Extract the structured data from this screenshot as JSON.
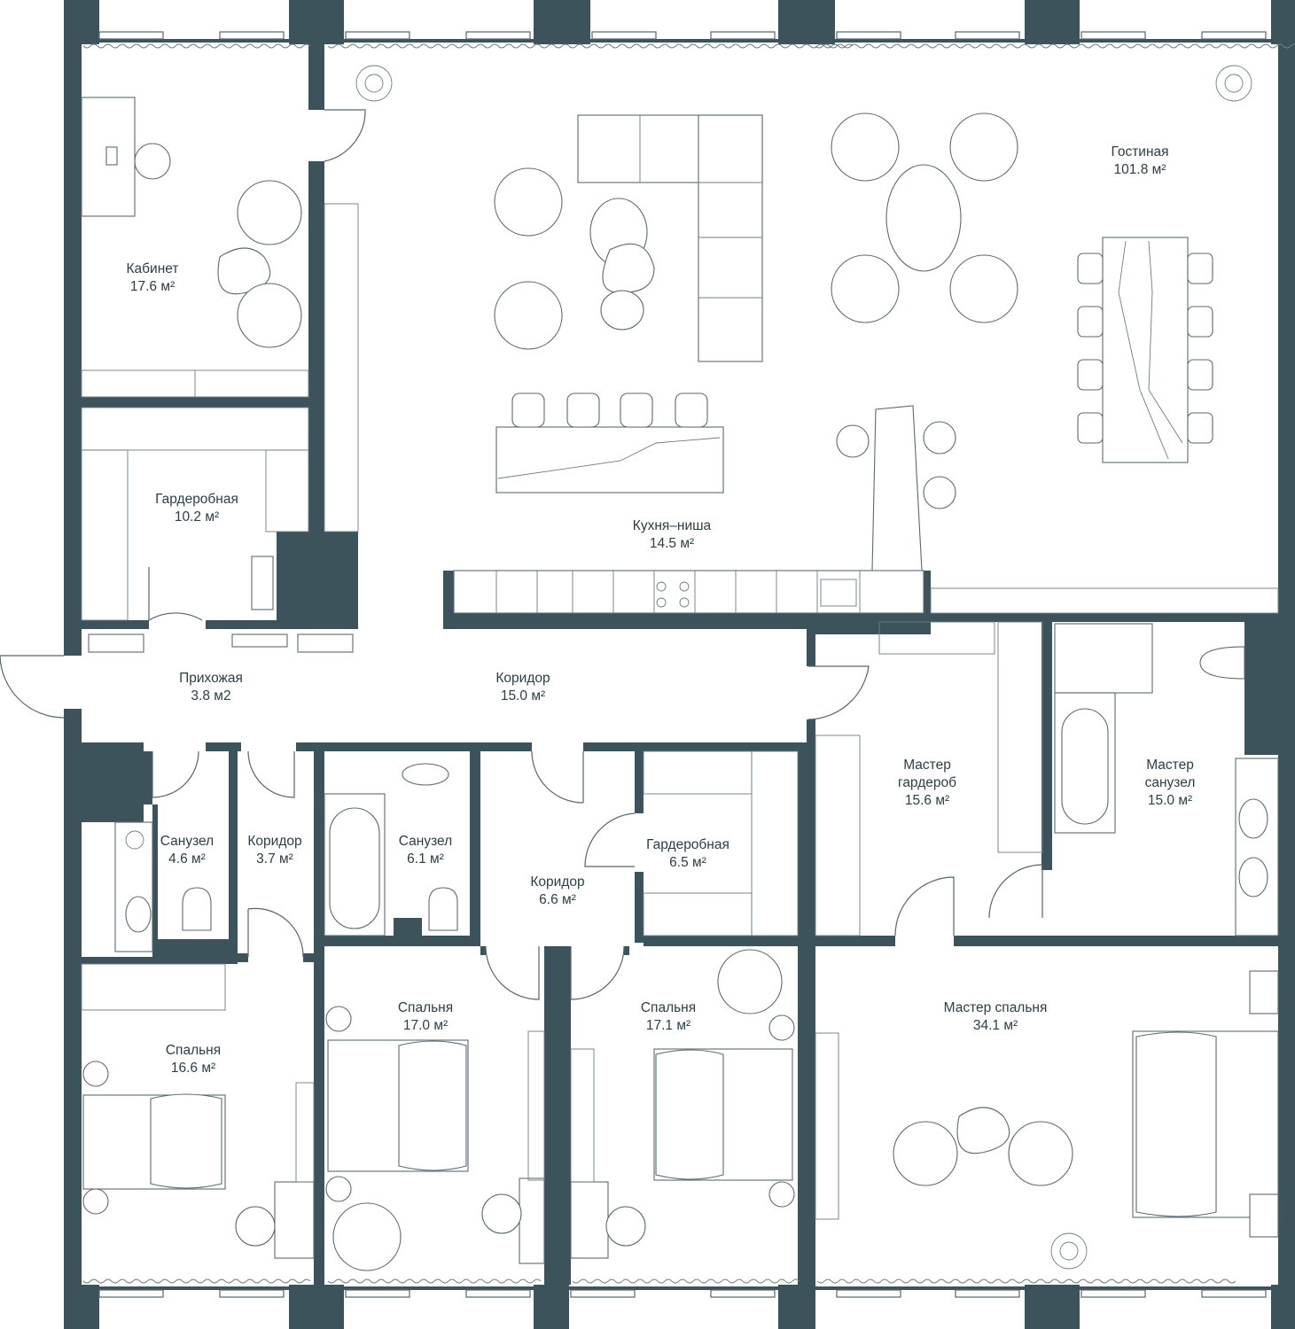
{
  "colors": {
    "wall": "#3d535c",
    "line": "#55666d",
    "text": "#2c3e46",
    "background": "#ffffff"
  },
  "rooms": [
    {
      "name": "Кабинет",
      "area": "17.6 м²"
    },
    {
      "name": "Гостиная",
      "area": "101.8 м²"
    },
    {
      "name": "Гардеробная",
      "area": "10.2 м²"
    },
    {
      "name": "Кухня–ниша",
      "area": "14.5 м²"
    },
    {
      "name": "Прихожая",
      "area": "3.8 м2"
    },
    {
      "name": "Коридор",
      "area": "15.0 м²"
    },
    {
      "name": "Мастер гардероб",
      "area": "15.6 м²"
    },
    {
      "name": "Мастер санузел",
      "area": "15.0 м²"
    },
    {
      "name": "Санузел",
      "area": "4.6 м²"
    },
    {
      "name": "Коридор",
      "area": "3.7 м²"
    },
    {
      "name": "Санузел",
      "area": "6.1 м²"
    },
    {
      "name": "Коридор",
      "area": "6.6 м²"
    },
    {
      "name": "Гардеробная",
      "area": "6.5 м²"
    },
    {
      "name": "Спальня",
      "area": "17.0 м²"
    },
    {
      "name": "Спальня",
      "area": "17.1 м²"
    },
    {
      "name": "Мастер спальня",
      "area": "34.1 м²"
    },
    {
      "name": "Спальня",
      "area": "16.6 м²"
    }
  ]
}
